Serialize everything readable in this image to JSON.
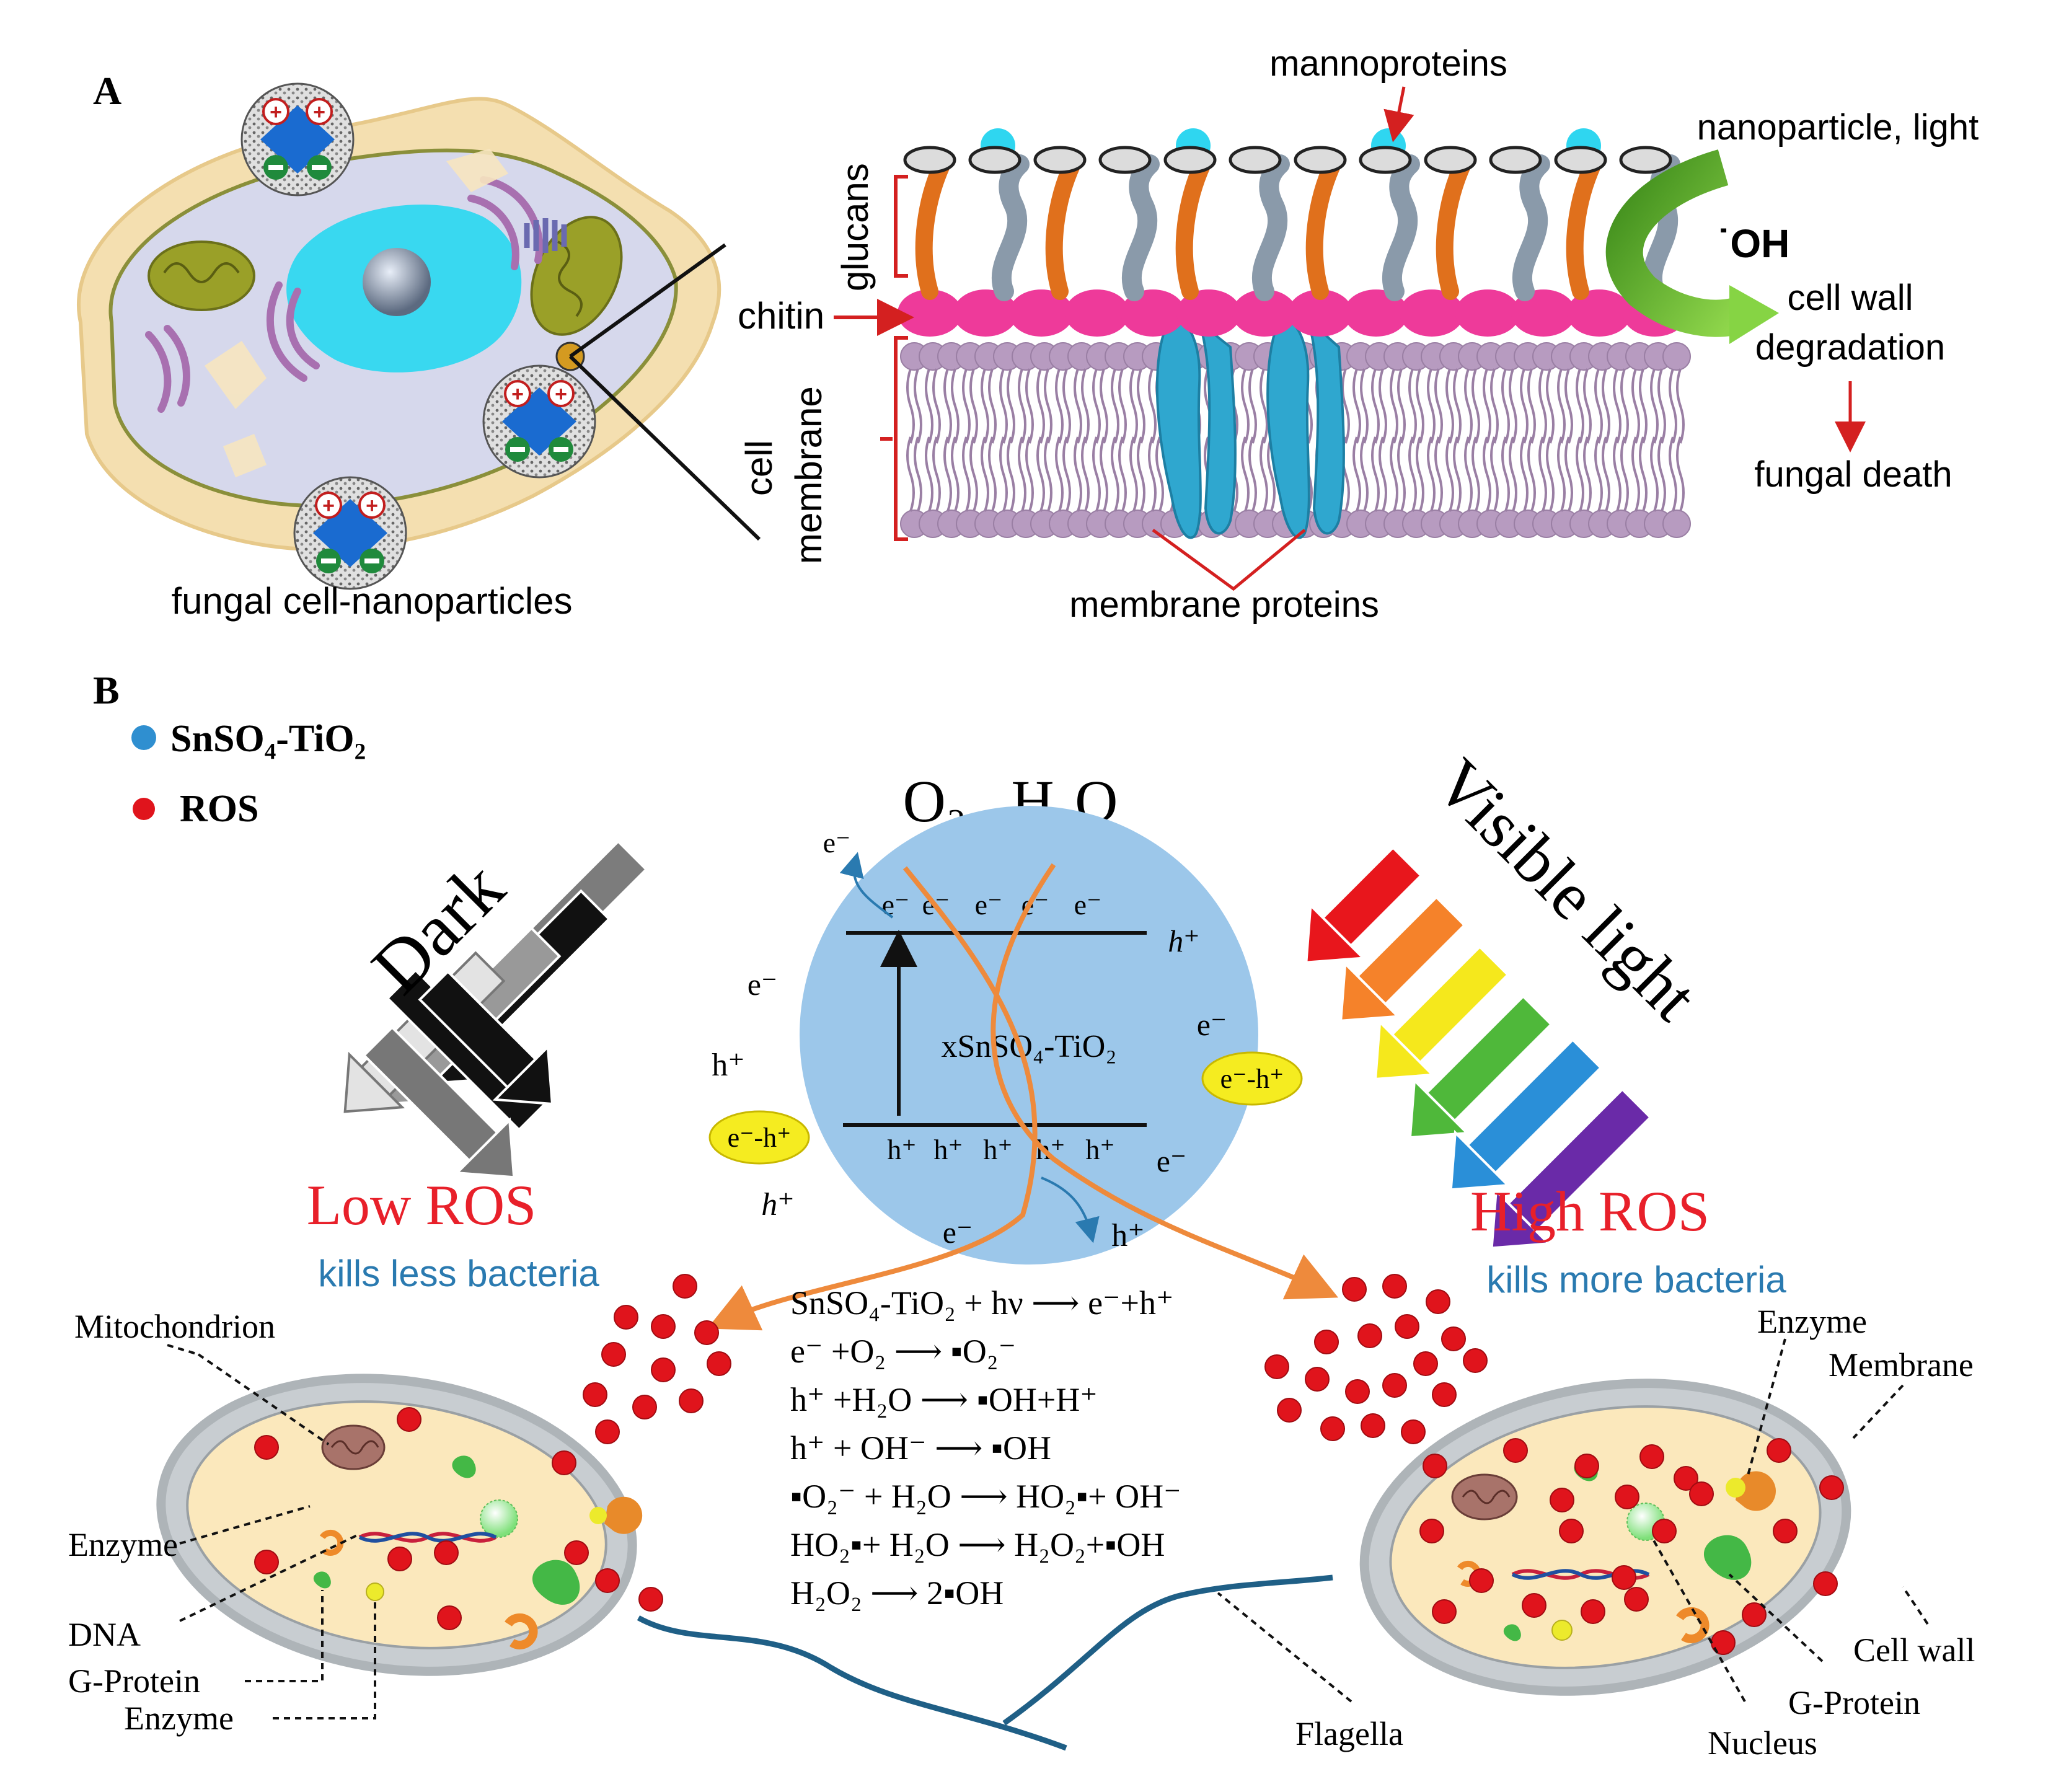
{
  "panel_a": {
    "label": "A",
    "cell_caption": "fungal cell-nanoparticles",
    "labels": {
      "mannoproteins": "mannoproteins",
      "nanoparticle_light": "nanoparticle, light",
      "oh_radical": "˙OH",
      "glucans": "glucans",
      "chitin": "chitin",
      "cell_membrane_1": "cell",
      "cell_membrane_2": "membrane",
      "membrane_proteins": "membrane proteins",
      "cell_wall_1": "cell wall",
      "cell_wall_2": "degradation",
      "fungal_death": "fungal death"
    }
  },
  "panel_b": {
    "label": "B",
    "legend": [
      {
        "label": "SnSO₄-TiO₂",
        "color": "#2f8fd0"
      },
      {
        "label": "ROS",
        "color": "#e0141c"
      }
    ],
    "dark": "Dark",
    "visible_light": "Visible light",
    "o2_h2o": "O₂ , H₂O",
    "particle_label": "xSnSO₄-TiO₂",
    "band_electrons": [
      "e⁻",
      "e⁻",
      "e⁻",
      "e⁻",
      "e⁻"
    ],
    "band_holes": [
      "h⁺",
      "h⁺",
      "h⁺",
      "h⁺",
      "h⁺"
    ],
    "free_e": "e⁻",
    "free_h": "h⁺",
    "pair": "e⁻-h⁺",
    "low_ros": "Low ROS",
    "low_ros_sub": "kills less bacteria",
    "high_ros": "High ROS",
    "high_ros_sub": "kills more bacteria",
    "reactions": [
      "SnSO₄-TiO₂ + hν ⟶ e⁻+h⁺",
      "e⁻ +O₂ ⟶ ▪O₂⁻",
      "h⁺ +H₂O ⟶ ▪OH+H⁺",
      "h⁺ + OH⁻ ⟶ ▪OH",
      "▪O₂⁻ + H₂O ⟶ HO₂▪+ OH⁻",
      "HO₂▪+ H₂O ⟶ H₂O₂+▪OH",
      "H₂O₂ ⟶ 2▪OH"
    ],
    "left_labels": {
      "mitochondrion": "Mitochondrion",
      "enzyme1": "Enzyme",
      "dna": "DNA",
      "gprotein": "G-Protein",
      "enzyme2": "Enzyme"
    },
    "right_labels": {
      "enzyme": "Enzyme",
      "membrane": "Membrane",
      "cell_wall": "Cell wall",
      "gprotein": "G-Protein",
      "nucleus": "Nucleus",
      "flagella": "Flagella"
    },
    "colors": {
      "ros_red": "#e8202a",
      "kills_blue": "#2a7ab0",
      "particle_blue": "#9cc7ea",
      "orange_arrow": "#ee8a3c"
    }
  }
}
